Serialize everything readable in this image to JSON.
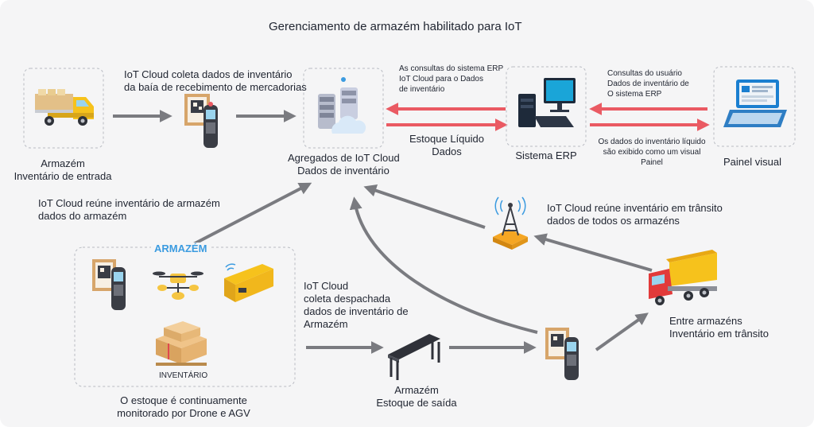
{
  "title": "Gerenciamento de armazém habilitado para IoT",
  "inbound": {
    "line1": "Armazém",
    "line2": "Inventário de entrada"
  },
  "cloud_collect": {
    "line1": "IoT Cloud coleta dados de inventário",
    "line2": "da baía de recebimento de mercadorias"
  },
  "cloud_agg": {
    "line1": "Agregados de IoT Cloud",
    "line2": "Dados de inventário"
  },
  "erp_query": {
    "line1": "As consultas do sistema ERP",
    "line2": "IoT Cloud para o Dados",
    "line3": "de inventário"
  },
  "net_stock": {
    "line1": "Estoque Líquido",
    "line2": "Dados"
  },
  "erp": {
    "label": "Sistema ERP"
  },
  "user_query": {
    "line1": "Consultas do usuário",
    "line2": "Dados de inventário de",
    "line3": "O sistema ERP"
  },
  "net_display": {
    "line1": "Os dados do inventário líquido",
    "line2": "são  exibido como um visual",
    "line3": "Painel"
  },
  "panel": {
    "label": "Painel visual"
  },
  "cloud_gather": {
    "line1": "IoT Cloud reúne inventário de armazém",
    "line2": "dados do armazém"
  },
  "transit_gather": {
    "line1": "IoT Cloud reúne inventário em trânsito",
    "line2": "dados de todos os armazéns"
  },
  "warehouse": {
    "heading": "ARMAZÉM",
    "inventory": "INVENTÁRIO"
  },
  "dispatch": {
    "line1": "IoT Cloud",
    "line2": "coleta despachada",
    "line3": "dados de inventário de",
    "line4": "Armazém"
  },
  "between": {
    "line1": "Entre armazéns",
    "line2": "Inventário em trânsito"
  },
  "monitor": {
    "line1": "O estoque é continuamente",
    "line2": "monitorado por Drone e AGV"
  },
  "outbound": {
    "line1": "Armazém",
    "line2": "Estoque de saída"
  },
  "colors": {
    "flow_arrow": "#7a7b80",
    "erp_arrow": "#ea5a63",
    "accent": "#3b9be0",
    "tower": "#f5a623"
  }
}
